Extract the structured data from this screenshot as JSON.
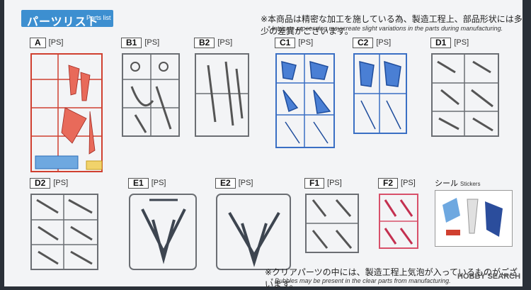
{
  "header": {
    "title_jp": "パーツリスト",
    "title_en": "Parts list"
  },
  "notes": {
    "top_jp": "※本商品は精密な加工を施している為、製造工程上、部品形状には多少の差異がございます。",
    "top_en": "* Intricate processing may create slight variations in the parts during manufacturing.",
    "bottom_jp": "※クリアパーツの中には、製造工程上気泡が入っているものがございます。",
    "bottom_en": "* Bubbles may be present in the clear parts from manufacturing."
  },
  "watermark": "HOBBY SEARCH",
  "colors": {
    "accent": "#3d8fd0",
    "runner_gray": "#6b6e73",
    "runner_blue": "#3a6fc4",
    "runner_red": "#d04030",
    "runner_pink": "#d8506a",
    "runner_clear": "#3a8fd8",
    "runner_yellow": "#e8c040"
  },
  "parts": [
    {
      "code": "A",
      "material": "[PS]",
      "color": "red"
    },
    {
      "code": "B1",
      "material": "[PS]",
      "color": "gray"
    },
    {
      "code": "B2",
      "material": "[PS]",
      "color": "gray"
    },
    {
      "code": "C1",
      "material": "[PS]",
      "color": "blue"
    },
    {
      "code": "C2",
      "material": "[PS]",
      "color": "blue"
    },
    {
      "code": "D1",
      "material": "[PS]",
      "color": "gray"
    },
    {
      "code": "D2",
      "material": "[PS]",
      "color": "gray"
    },
    {
      "code": "E1",
      "material": "[PS]",
      "color": "gray"
    },
    {
      "code": "E2",
      "material": "[PS]",
      "color": "gray"
    },
    {
      "code": "F1",
      "material": "[PS]",
      "color": "gray"
    },
    {
      "code": "F2",
      "material": "[PS]",
      "color": "pink"
    }
  ],
  "stickers": {
    "label_jp": "シール",
    "label_en": "Stickers"
  }
}
